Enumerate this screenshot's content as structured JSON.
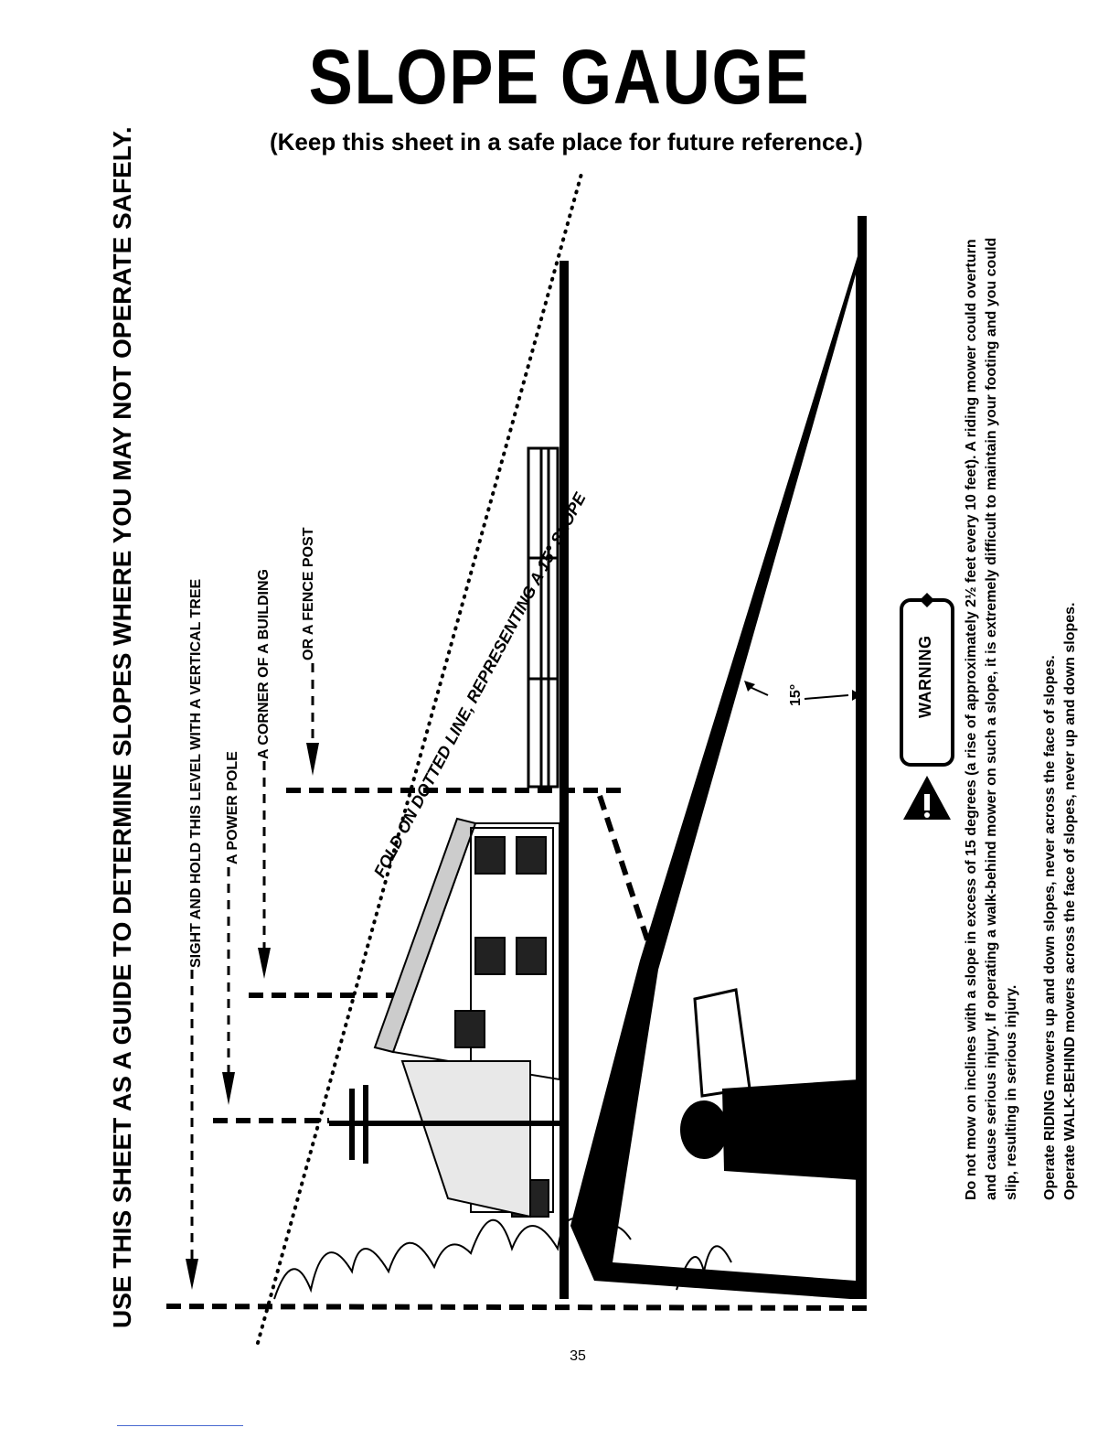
{
  "header": {
    "title": "SLOPE GAUGE",
    "subtitle": "(Keep this sheet in a safe place for future reference.)"
  },
  "side_heading": "USE THIS SHEET AS A GUIDE TO DETERMINE SLOPES WHERE YOU MAY NOT OPERATE SAFELY.",
  "sight_labels": {
    "tree": "SIGHT AND HOLD THIS LEVEL WITH A VERTICAL TREE",
    "pole": "A POWER POLE",
    "building": "A CORNER OF A BUILDING",
    "fence": "OR A FENCE POST"
  },
  "fold_label": "FOLD ON DOTTED LINE, REPRESENTING A 15° SLOPE",
  "angle_label": "15°",
  "warning": {
    "label": "WARNING",
    "body": "Do not mow on inclines with a slope in excess of 15 degrees (a rise of approximately 2½ feet every 10 feet). A riding mower could overturn and cause serious injury. If operating a walk-behind mower on such a slope, it is extremely difficult to maintain your footing and you could slip, resulting in serious injury.",
    "instructions": [
      "Operate RIDING mowers up and down slopes, never across the face of slopes.",
      "Operate WALK-BEHIND mowers across the face of slopes, never up and down slopes."
    ]
  },
  "page_number": "35",
  "colors": {
    "ink": "#000000",
    "paper": "#ffffff",
    "footer_rule": "#4a6ad0"
  }
}
